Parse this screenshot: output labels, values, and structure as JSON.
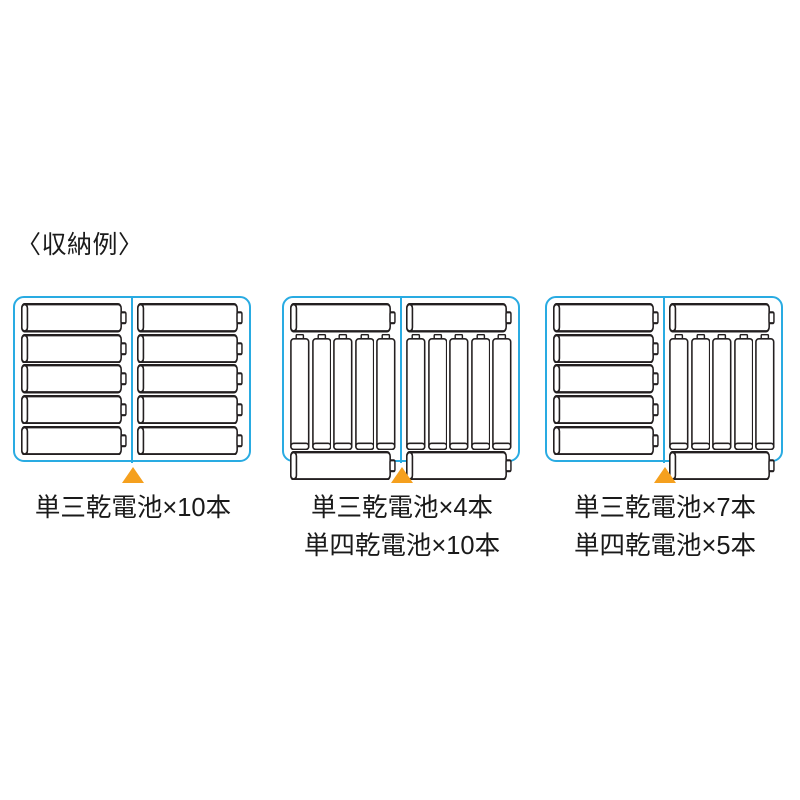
{
  "page": {
    "background_color": "#ffffff",
    "accent_case_color": "#29abe2",
    "pointer_color": "#f5a01e",
    "text_color": "#1a1a1a",
    "battery_outline_color": "#231f20"
  },
  "heading": {
    "text": "〈収納例〉"
  },
  "examples": [
    {
      "id": "example-1",
      "pointer_icon": "up-triangle-icon",
      "case": {
        "left_half": {
          "layout": "horizontal-stack",
          "horizontal_aa_count": 5,
          "vertical_aaa_count": 0
        },
        "right_half": {
          "layout": "horizontal-stack",
          "horizontal_aa_count": 5,
          "vertical_aaa_count": 0
        }
      },
      "caption_lines": [
        "単三乾電池×10本"
      ]
    },
    {
      "id": "example-2",
      "pointer_icon": "up-triangle-icon",
      "case": {
        "left_half": {
          "layout": "mixed",
          "horizontal_aa_count": 2,
          "vertical_aaa_count": 5
        },
        "right_half": {
          "layout": "mixed",
          "horizontal_aa_count": 2,
          "vertical_aaa_count": 5
        }
      },
      "caption_lines": [
        "単三乾電池×4本",
        "単四乾電池×10本"
      ]
    },
    {
      "id": "example-3",
      "pointer_icon": "up-triangle-icon",
      "case": {
        "left_half": {
          "layout": "horizontal-stack",
          "horizontal_aa_count": 5,
          "vertical_aaa_count": 0
        },
        "right_half": {
          "layout": "mixed",
          "horizontal_aa_count": 2,
          "vertical_aaa_count": 5
        }
      },
      "caption_lines": [
        "単三乾電池×7本",
        "単四乾電池×5本"
      ]
    }
  ]
}
